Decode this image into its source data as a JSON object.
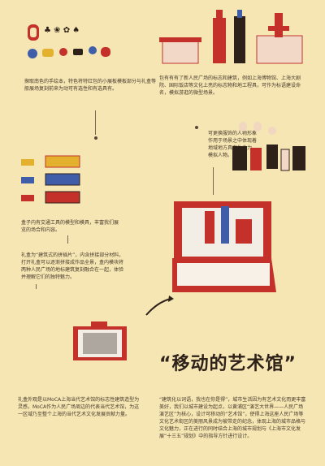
{
  "top_left_caption": "撷取南色的手绘本，特色将特红包的小展板模板部分与礼盒等般展场复刻前来为动可有选性和有选具有。",
  "top_right_caption": "包有有有了新人民广场的标志和建筑，例如上海博物馆、上海大剧院、国际饭店等文化上亮的标志物和地工程具，可作为标语建设命名，模拟游逛的微型场景。",
  "right_middle_caption": "可更换服饰的人物形象作用于场景之中体现着地域地方具有生命力，模拟人物。",
  "left_middle_caption": "盒子内有交通工具的模型和模具，丰富我们展览的场合和内容。",
  "left_lower_caption": "礼盒为“建筑式的拼插片”，内含拼接部分材料，打开礼盒可以逐渐拼接成作品全景，盒内模块将两种人民广场的地标建筑复刻融合在一起，体验并理解它们的独特魅力。",
  "title": "“移动的艺术馆”",
  "bottom_left_caption": "礼盒外观是以MoCA上海当代艺术馆的标志性建筑造型为灵感，MoCA作为人民广场周边的代表当代艺术馆，为这一区域乃至整个上海的当代艺术文化发展贡献力量。",
  "bottom_right_caption": "“建筑化以词语，我也在你是得”，城市生活因为有艺术文化而更丰富美好，我们以城市建设为起点，以黄浦区“演艺大世界——人民广场演艺区”为核心，设计可移动的“艺术馆”，使得上海这座人民广场等文化艺术街区的美丽风景成为被带走的纪念，体现上海的城市品格与文化魅力，正在进行的同时结合上海的城市规划与《上海市文化发展“十三五”规划》中的指导方针进行设计。",
  "colors": {
    "bg": "#f5e6b4",
    "red": "#c4312b",
    "dark": "#2e2119",
    "blue": "#3f5da8",
    "yellow": "#e3b12e"
  },
  "icons": [
    "building-set-icon",
    "vehicle-set-icon",
    "figure-set-icon",
    "gift-box-icon"
  ]
}
